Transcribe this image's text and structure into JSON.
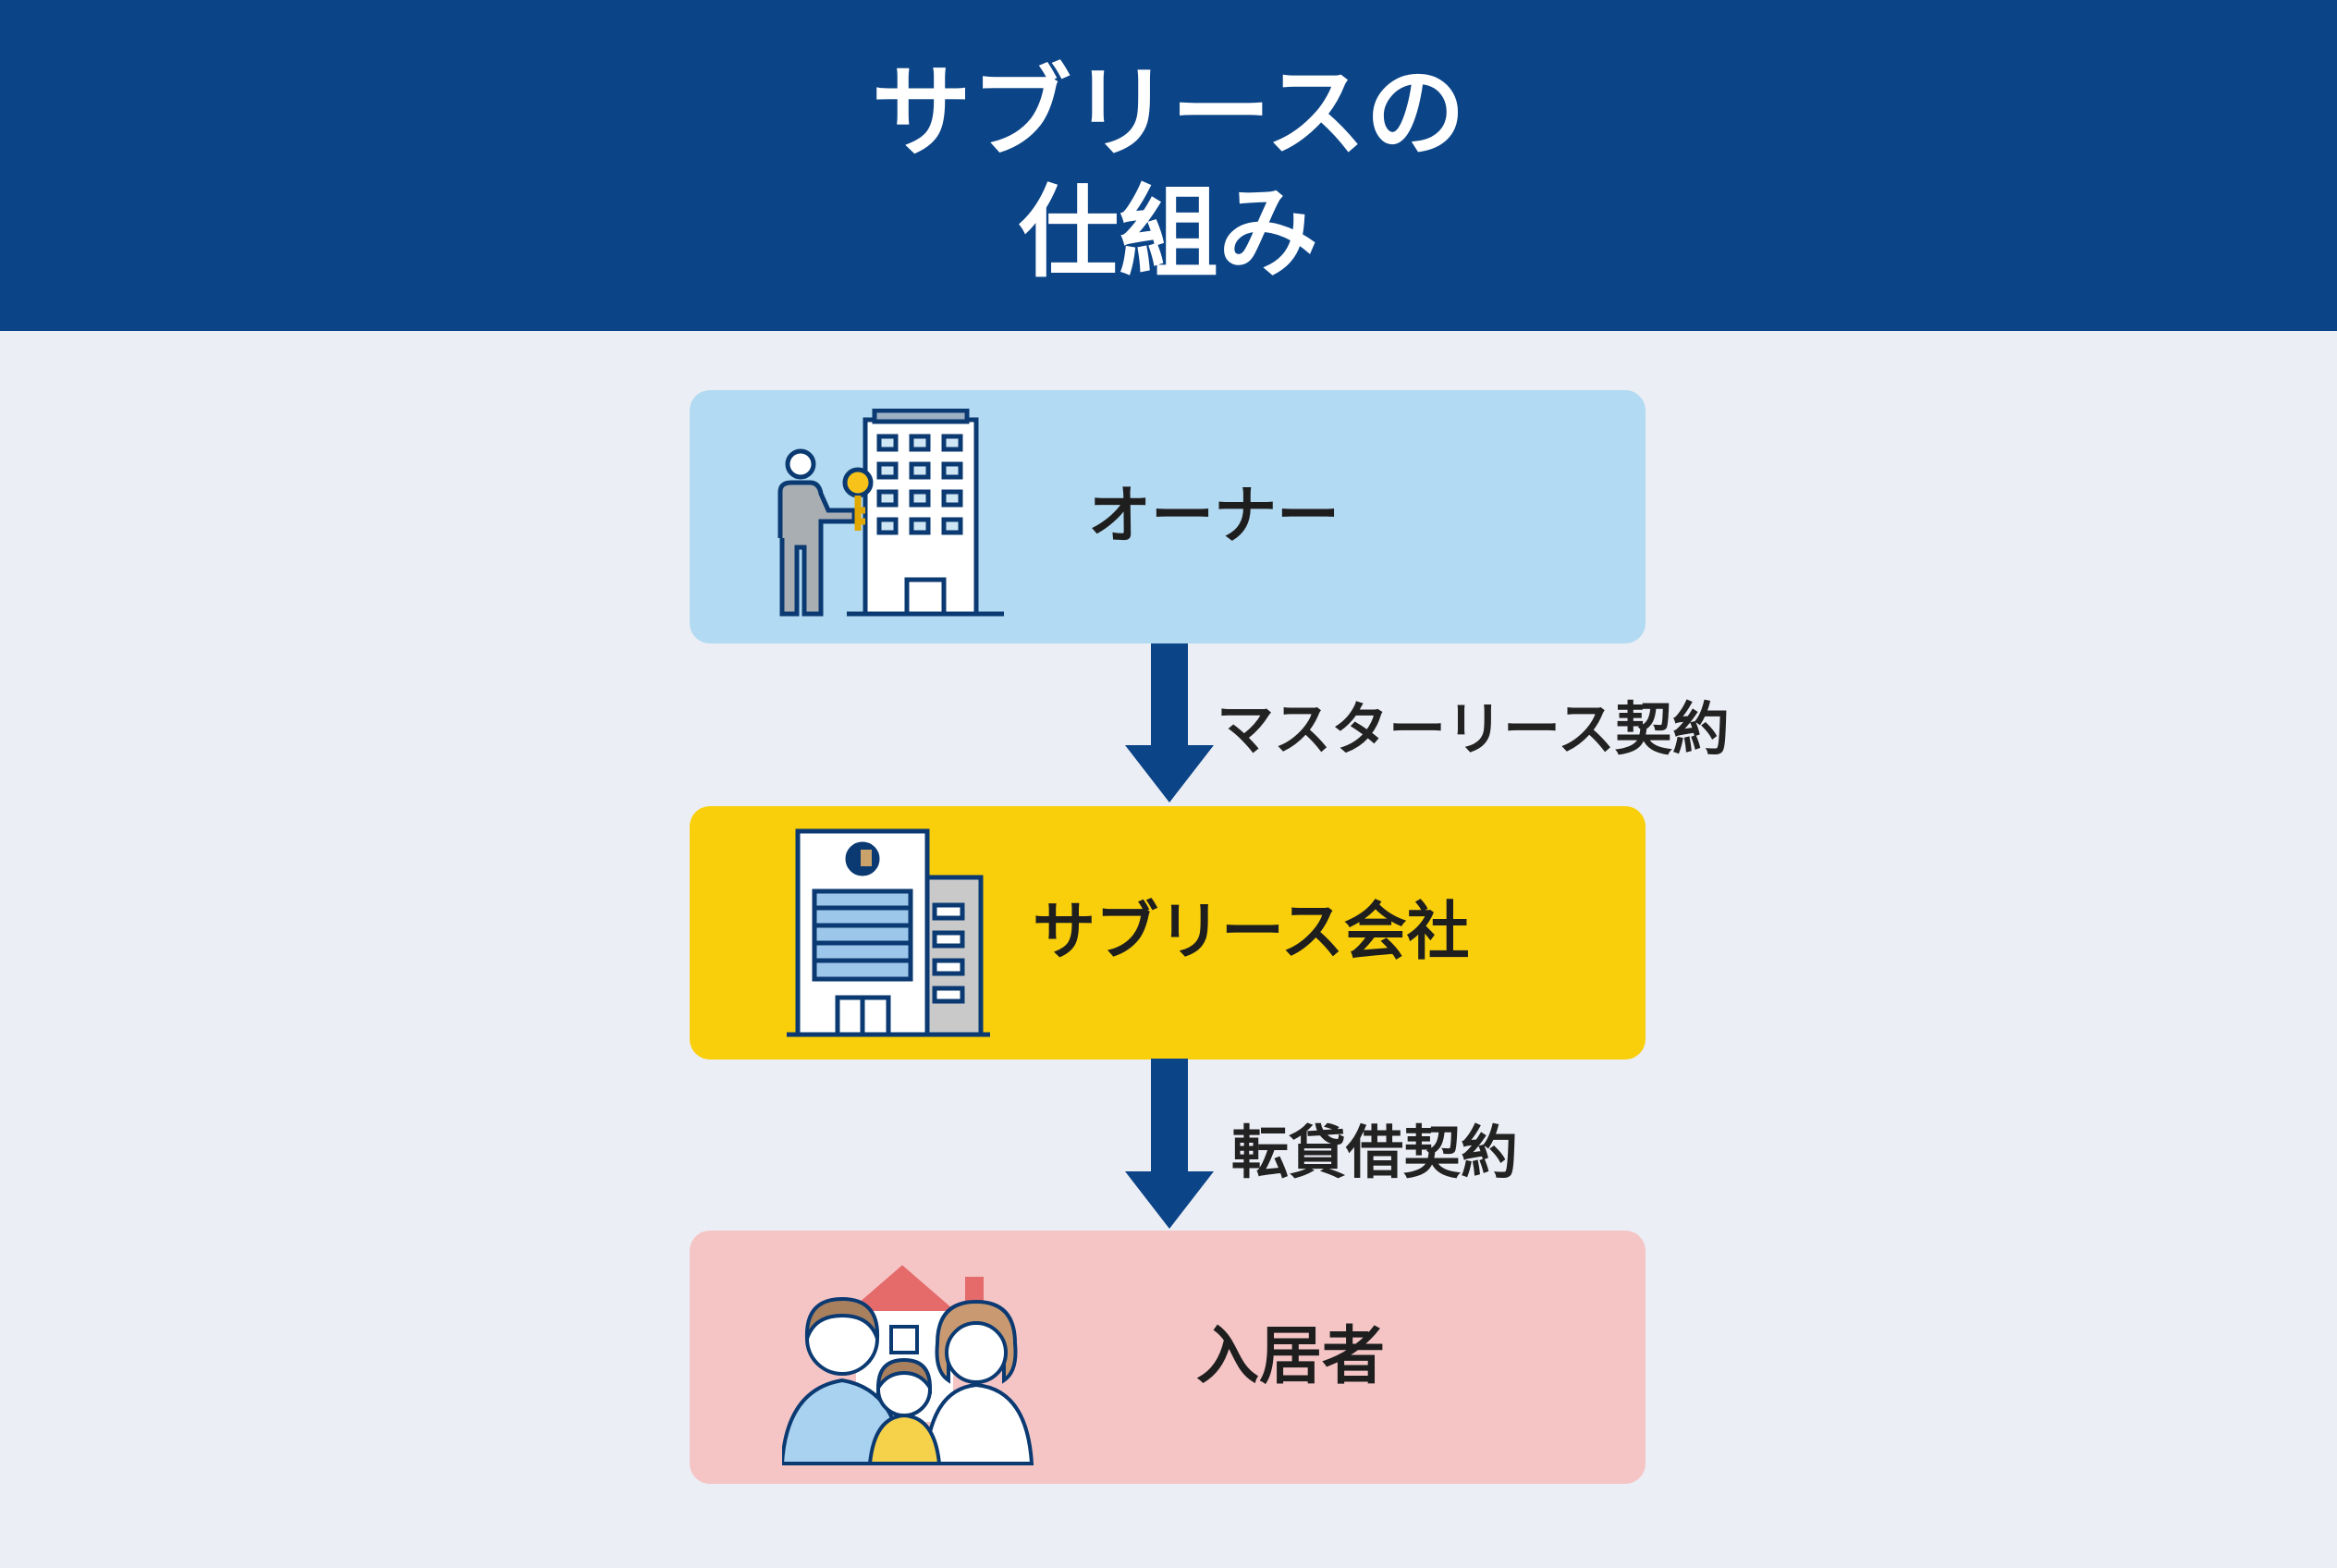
{
  "header": {
    "title_line1": "サブリースの",
    "title_line2": "仕組み"
  },
  "flow": {
    "owner": {
      "label": "オーナー",
      "icon": "owner-with-key-and-building-icon"
    },
    "arrow1": {
      "label": "マスターリース契約"
    },
    "company": {
      "label": "サブリース会社",
      "icon": "office-building-icon"
    },
    "arrow2": {
      "label": "転貸借契約"
    },
    "tenant": {
      "label": "入居者",
      "icon": "family-with-house-icon"
    }
  },
  "colors": {
    "header": "#0b4487",
    "owner": "#b2daf2",
    "company": "#f9cf0c",
    "tenant": "#f5c5c6",
    "arrow": "#0b4487"
  }
}
